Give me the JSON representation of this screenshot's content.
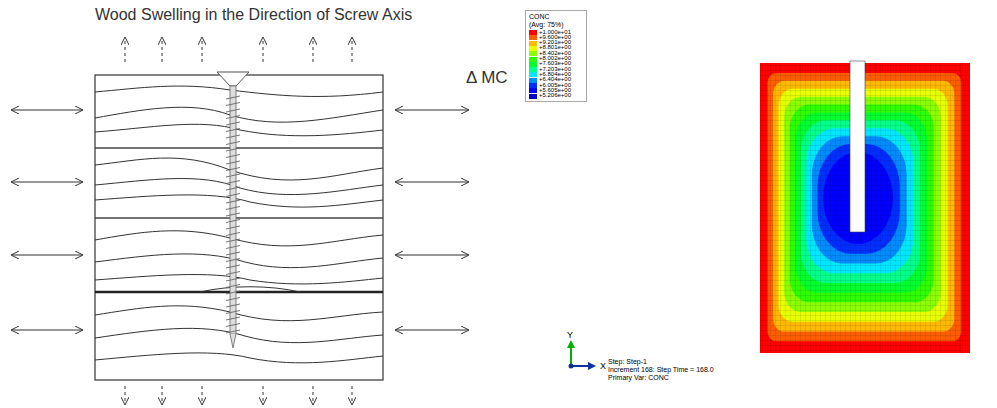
{
  "diagram": {
    "title": "Wood Swelling in the Direction of Screw Axis",
    "labels": [
      "Δ MC",
      "CONC",
      "(Avg: 75%)",
      "Y",
      "X",
      "Step: Step-1",
      "Increment 168: Step Time = 168.0",
      "Primary Var: CONC"
    ],
    "legend": [
      {
        "text": "+1.000e+01",
        "color": "#ff0000"
      },
      {
        "text": "+9.600e+00",
        "color": "#ff5d00"
      },
      {
        "text": "+9.201e+00",
        "color": "#ffb900"
      },
      {
        "text": "+8.801e+00",
        "color": "#e8ff00"
      },
      {
        "text": "+8.402e+00",
        "color": "#8bff00"
      },
      {
        "text": "+8.002e+00",
        "color": "#2eff00"
      },
      {
        "text": "+7.603e+00",
        "color": "#00ff2e"
      },
      {
        "text": "+7.203e+00",
        "color": "#00ff8b"
      },
      {
        "text": "+6.804e+00",
        "color": "#00e8ff"
      },
      {
        "text": "+6.404e+00",
        "color": "#008bff"
      },
      {
        "text": "+6.005e+00",
        "color": "#002eff"
      },
      {
        "text": "+5.605e+00",
        "color": "#0000ff"
      },
      {
        "text": "+5.206e+00",
        "color": "#0000c8"
      }
    ]
  }
}
